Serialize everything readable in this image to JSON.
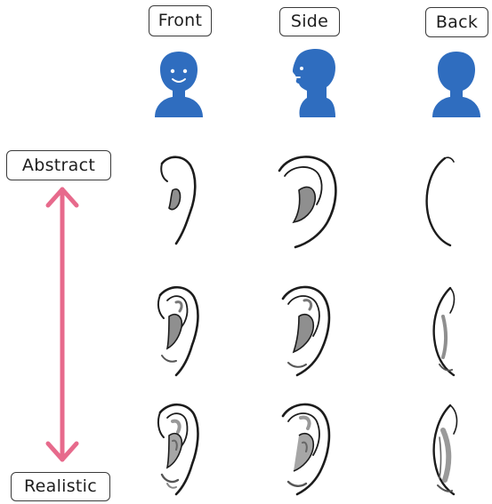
{
  "views": {
    "front": "Front",
    "side": "Side",
    "back": "Back"
  },
  "scale": {
    "top": "Abstract",
    "bottom": "Realistic"
  },
  "colors": {
    "head": "#2f6dbf",
    "arrow": "#e76a8c",
    "ear_fill": "#8f8f8f",
    "ink": "#1c1c1c"
  },
  "icons": {
    "head_front": "person-front-icon",
    "head_side": "person-side-icon",
    "head_back": "person-back-icon"
  }
}
